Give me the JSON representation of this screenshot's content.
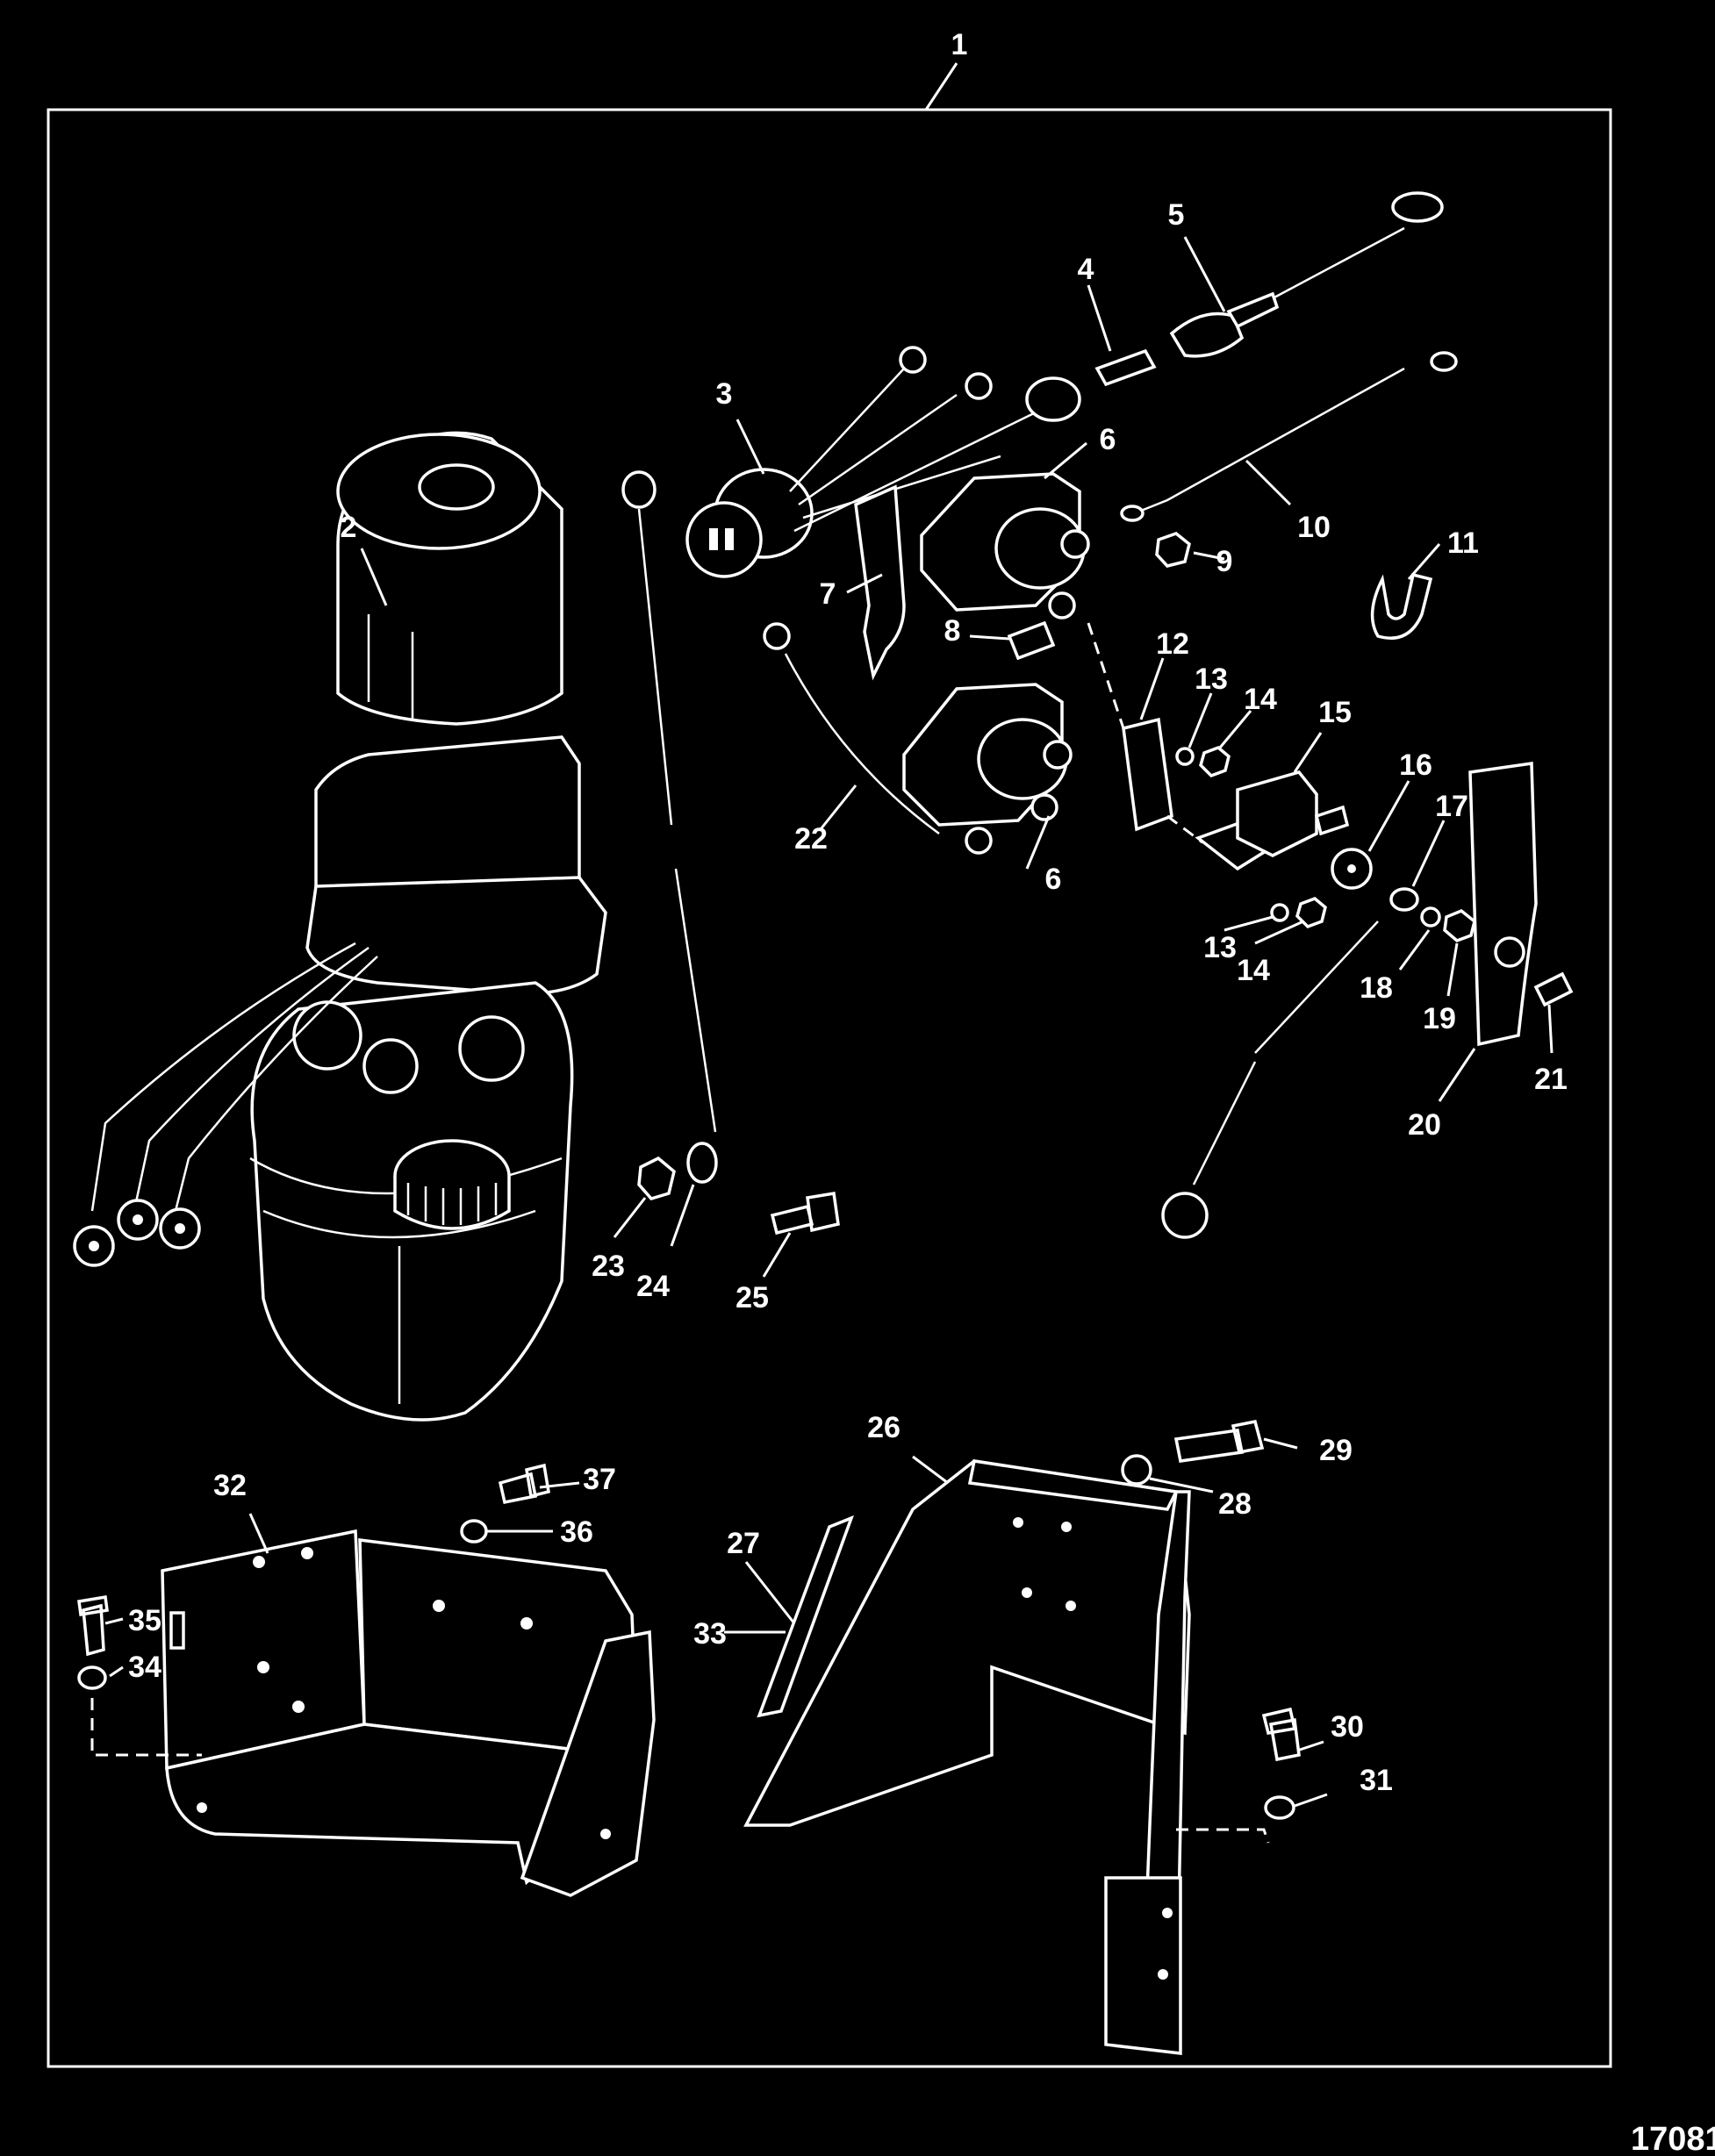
{
  "figure_number": "17081",
  "callouts": [
    "1",
    "2",
    "3",
    "4",
    "5",
    "6",
    "6",
    "7",
    "8",
    "9",
    "10",
    "11",
    "12",
    "13",
    "13",
    "14",
    "14",
    "15",
    "16",
    "17",
    "18",
    "19",
    "20",
    "21",
    "22",
    "23",
    "24",
    "25",
    "26",
    "27",
    "28",
    "29",
    "30",
    "31",
    "32",
    "33",
    "34",
    "35",
    "36",
    "37"
  ],
  "colors": {
    "background": "#000000",
    "line": "#ffffff"
  }
}
